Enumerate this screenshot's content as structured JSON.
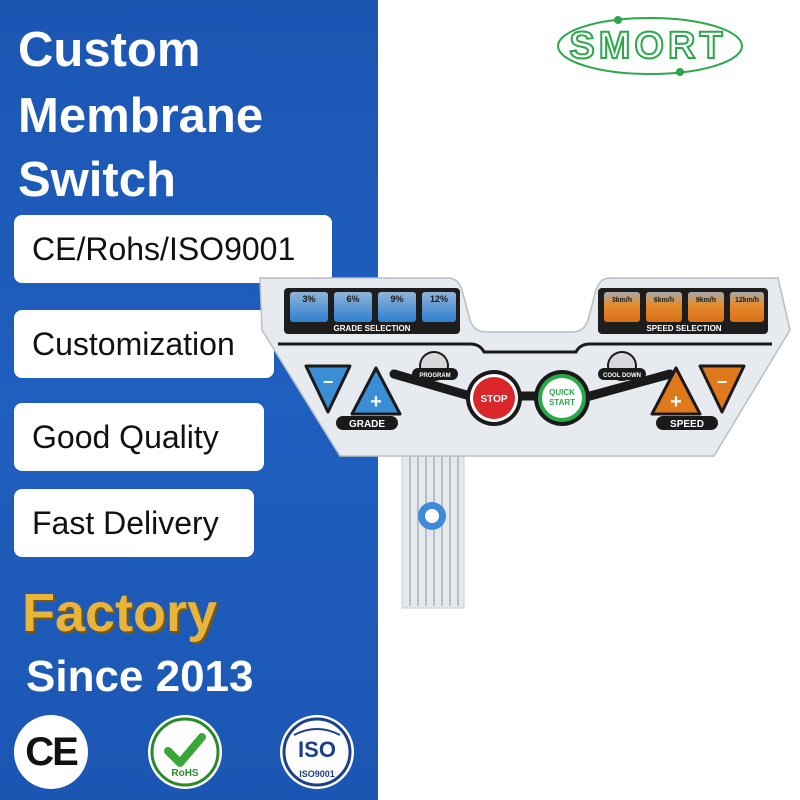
{
  "brand": {
    "logo_text": "SMORT"
  },
  "headline": {
    "line1": "Custom",
    "line2": "Membrane",
    "line3": "Switch"
  },
  "features": [
    "CE/Rohs/ISO9001",
    "Customization",
    "Good Quality",
    "Fast Delivery"
  ],
  "factory_label": "Factory",
  "since_label": "Since 2013",
  "certifications": {
    "ce": "CE",
    "rohs": "RoHS",
    "iso": "ISO",
    "iso_sub": "ISO9001"
  },
  "membrane_panel": {
    "grade_buttons": [
      "3%",
      "6%",
      "9%",
      "12%"
    ],
    "grade_selection_label": "GRADE SELECTION",
    "speed_buttons": [
      "3km/h",
      "6km/h",
      "9km/h",
      "12km/h"
    ],
    "speed_selection_label": "SPEED SELECTION",
    "program_label": "PROGRAM",
    "cool_down_label": "COOL DOWN",
    "stop_label": "STOP",
    "quick_label": "QUICK",
    "start_label": "START",
    "grade_label": "GRADE",
    "speed_label": "SPEED",
    "minus_symbol": "−",
    "plus_symbol": "+"
  },
  "colors": {
    "brand_blue": "#1c56b3",
    "factory_gold": "#e8b43a",
    "logo_green": "#2aa84a",
    "grade_blue": "#3a8ed6",
    "speed_orange": "#e0781c",
    "stop_red": "#d8262b",
    "start_green": "#2aa84a"
  }
}
